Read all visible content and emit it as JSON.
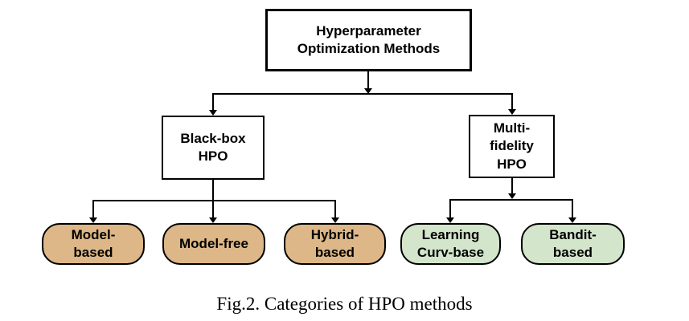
{
  "caption": "Fig.2. Categories of HPO methods",
  "nodes": {
    "root": {
      "label": "Hyperparameter\nOptimization Methods"
    },
    "blackbox": {
      "label": "Black-box\nHPO"
    },
    "multifidelity": {
      "label": "Multi-\nfidelity\nHPO"
    },
    "model_based": {
      "label": "Model-\nbased"
    },
    "model_free": {
      "label": "Model-free"
    },
    "hybrid_based": {
      "label": "Hybrid-\nbased"
    },
    "learning_curve_based": {
      "label": "Learning\nCurv-base"
    },
    "bandit_based": {
      "label": "Bandit-\nbased"
    }
  },
  "edges": [
    {
      "from": "root",
      "to": "blackbox"
    },
    {
      "from": "root",
      "to": "multifidelity"
    },
    {
      "from": "blackbox",
      "to": "model_based"
    },
    {
      "from": "blackbox",
      "to": "model_free"
    },
    {
      "from": "blackbox",
      "to": "hybrid_based"
    },
    {
      "from": "multifidelity",
      "to": "learning_curve_based"
    },
    {
      "from": "multifidelity",
      "to": "bandit_based"
    }
  ],
  "colors": {
    "blackbox_branch_fill": "#DDB787",
    "multifidelity_branch_fill": "#D3E5CB",
    "node_border": "#000000",
    "background": "#FFFFFF"
  }
}
